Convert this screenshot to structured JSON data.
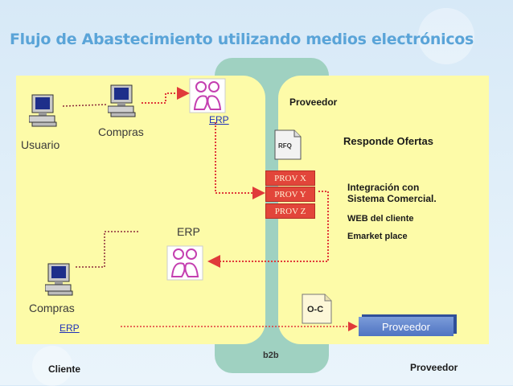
{
  "title": "Flujo de Abastecimiento utilizando medios electrónicos",
  "labels": {
    "usuario": "Usuario",
    "compras_top": "Compras",
    "erp_top": "ERP",
    "proveedor_top": "Proveedor",
    "responde_ofertas": "Responde Ofertas",
    "integracion_line1": "Integración con",
    "integracion_line2": "Sistema Comercial.",
    "web_cliente": "WEB del cliente",
    "emarket": "Emarket place",
    "erp_mid": "ERP",
    "compras_bottom": "Compras",
    "erp_bottom": "ERP",
    "b2b": "b2b",
    "cliente": "Cliente",
    "proveedor_bottom": "Proveedor"
  },
  "doc_rfq": "RFQ",
  "doc_oc": "O-C",
  "prov_boxes": [
    "PROV X",
    "PROV Y",
    "PROV Z"
  ],
  "proveedor_button": "Proveedor",
  "icons": {
    "computer": "computer-icon",
    "erp": "erp-people-icon",
    "document": "document-icon"
  },
  "colors": {
    "title": "#5aa4d8",
    "panel": "#fdfba8",
    "b2b": "#9fd1c1",
    "arrow": "#e03a3a",
    "prov_box": "#e2453a"
  }
}
